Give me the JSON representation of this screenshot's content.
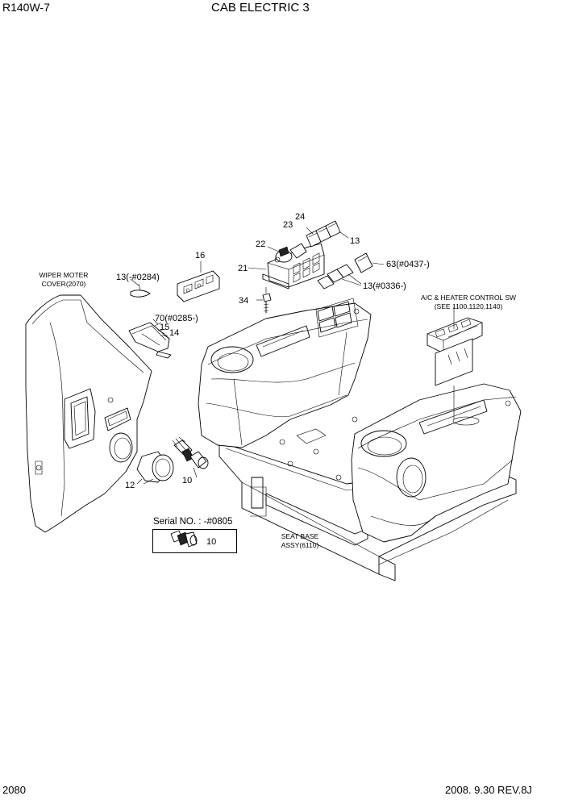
{
  "header": {
    "model": "R140W-7",
    "title": "CAB ELECTRIC 3"
  },
  "footer": {
    "page_number": "2080",
    "date_rev": "2008. 9.30  REV.8J"
  },
  "notes": {
    "wiper_cover_1": "WIPER MOTER",
    "wiper_cover_2": "COVER(2070)",
    "ac_heater_1": "A/C & HEATER CONTROL SW",
    "ac_heater_2": "(SEE 1100,1120,1140)",
    "seat_base_1": "SEAT BASE",
    "seat_base_2": "ASSY(6110)",
    "serial_label": "Serial NO. : -#0805"
  },
  "callouts": {
    "c24": "24",
    "c23": "23",
    "c13_top": "13",
    "c22": "22",
    "c21": "21",
    "c63": "63(#0437-)",
    "c13_0336": "13(#0336-)",
    "c16": "16",
    "c13_0284": "13(-#0284)",
    "c34": "34",
    "c70": "70(#0285-)",
    "c15": "15",
    "c14": "14",
    "c10": "10",
    "c12": "12",
    "c10_serial": "10"
  }
}
